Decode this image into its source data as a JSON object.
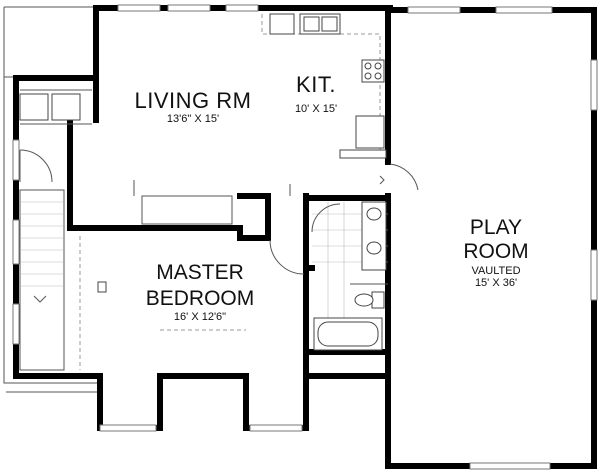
{
  "rooms": {
    "living": {
      "name": "LIVING RM",
      "size": "13'6\" X 15'"
    },
    "kitchen": {
      "name": "KIT.",
      "size": "10' X 15'"
    },
    "master": {
      "name_line1": "MASTER",
      "name_line2": "BEDROOM",
      "size": "16' X 12'6\""
    },
    "play": {
      "name_line1": "PLAY",
      "name_line2": "ROOM",
      "note": "VAULTED",
      "size": "15' X 36'"
    }
  },
  "colors": {
    "wall": "#000000",
    "fixture": "#444444",
    "window": "#777777"
  }
}
